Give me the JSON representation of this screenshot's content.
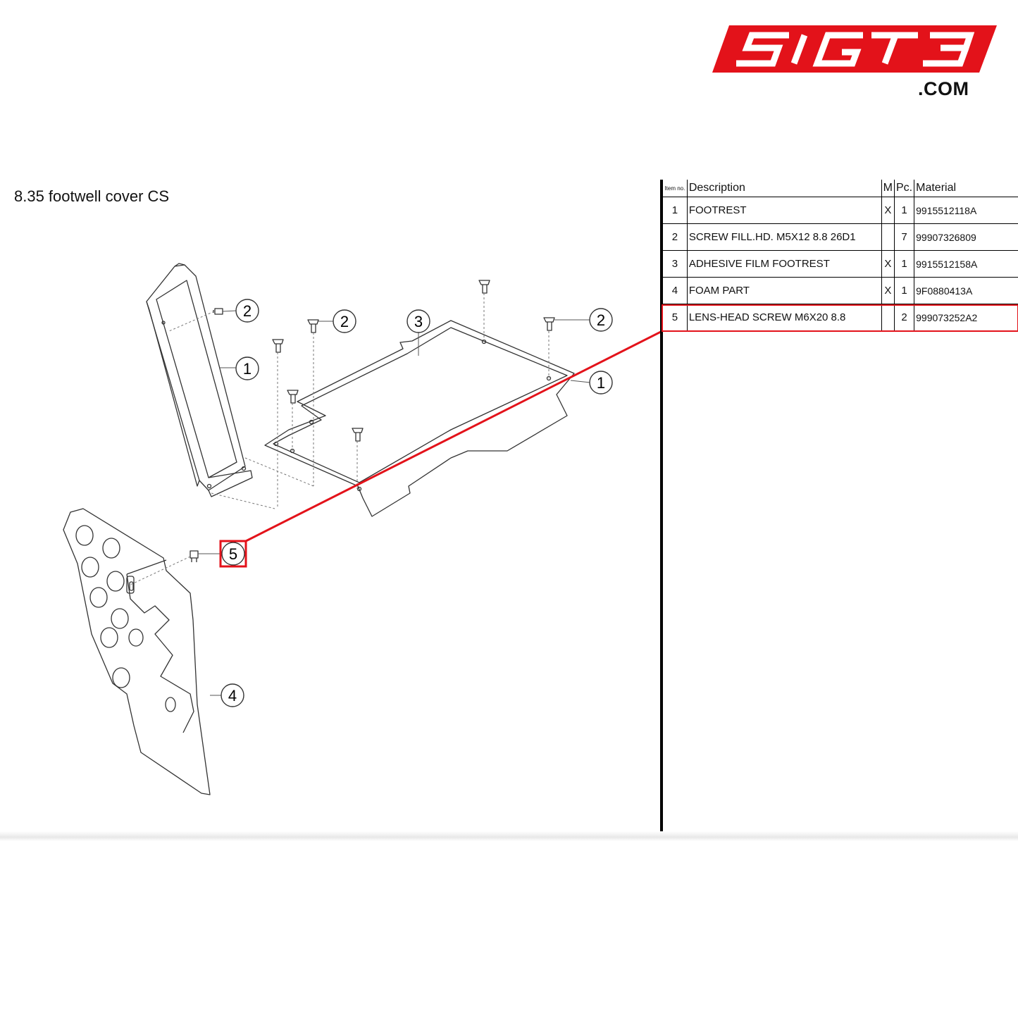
{
  "logo": {
    "name": "5IGT3",
    "suffix": ".COM",
    "color": "#e3121a"
  },
  "section": {
    "number": "8.35",
    "title": "footwell cover CS",
    "full": "8.35  footwell cover CS"
  },
  "table": {
    "headers": {
      "item": "Item no.",
      "description": "Description",
      "m": "M",
      "pc": "Pc.",
      "material": "Material"
    },
    "rows": [
      {
        "item": "1",
        "description": "FOOTREST",
        "m": "X",
        "pc": "1",
        "material": "9915512118A"
      },
      {
        "item": "2",
        "description": "SCREW FILL.HD. M5X12 8.8 26D1",
        "m": "",
        "pc": "7",
        "material": "99907326809"
      },
      {
        "item": "3",
        "description": "ADHESIVE FILM FOOTREST",
        "m": "X",
        "pc": "1",
        "material": "9915512158A"
      },
      {
        "item": "4",
        "description": "FOAM PART",
        "m": "X",
        "pc": "1",
        "material": "9F0880413A"
      },
      {
        "item": "5",
        "description": "LENS-HEAD SCREW M6X20 8.8",
        "m": "",
        "pc": "2",
        "material": "999073252A2"
      }
    ],
    "highlighted_item": "5"
  },
  "callouts": [
    {
      "label": "1"
    },
    {
      "label": "1"
    },
    {
      "label": "2"
    },
    {
      "label": "2"
    },
    {
      "label": "2"
    },
    {
      "label": "3"
    },
    {
      "label": "4"
    },
    {
      "label": "5"
    }
  ],
  "colors": {
    "highlight": "#e3121a",
    "line": "#333333"
  }
}
